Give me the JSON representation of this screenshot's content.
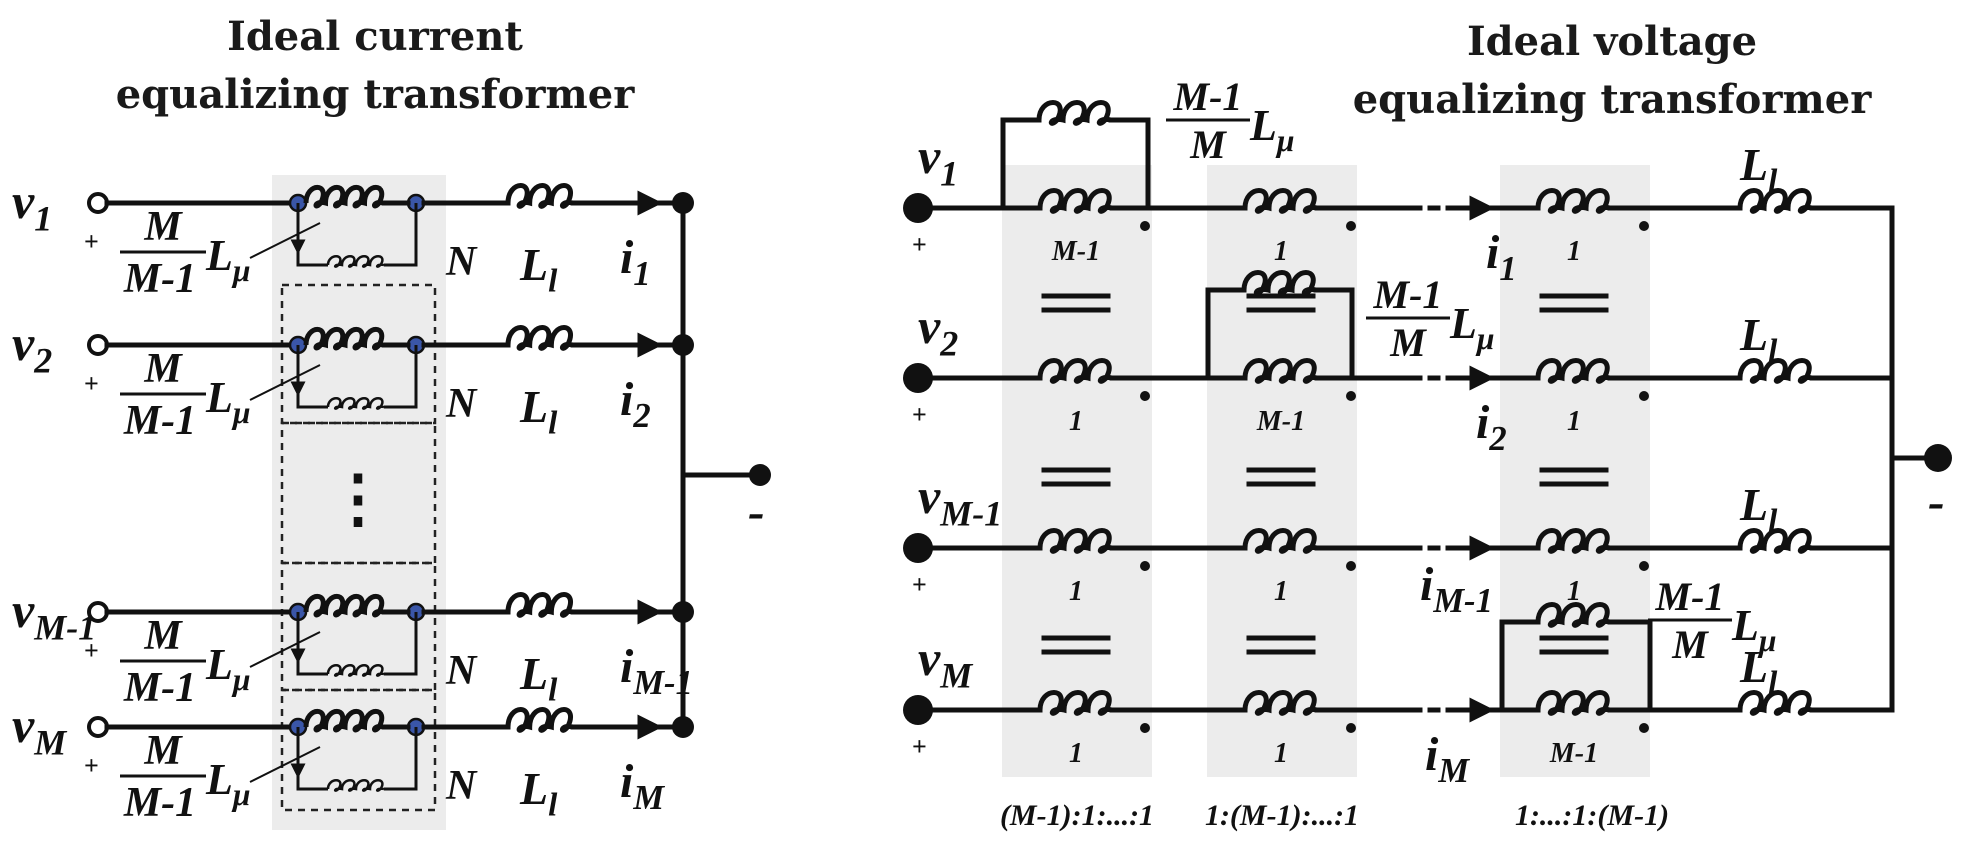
{
  "left": {
    "title_line1": "Ideal current",
    "title_line2": "equalizing transformer",
    "rows": [
      {
        "v": "v",
        "vsub": "1",
        "plus": "+",
        "m_num": "M",
        "m_den": "M-1",
        "l": "L",
        "lsub": "μ",
        "n": "N",
        "ll": "L",
        "llsub": "l",
        "i": "i",
        "isub": "1"
      },
      {
        "v": "v",
        "vsub": "2",
        "plus": "+",
        "m_num": "M",
        "m_den": "M-1",
        "l": "L",
        "lsub": "μ",
        "n": "N",
        "ll": "L",
        "llsub": "l",
        "i": "i",
        "isub": "2"
      },
      {
        "v": "v",
        "vsub": "M-1",
        "plus": "+",
        "m_num": "M",
        "m_den": "M-1",
        "l": "L",
        "lsub": "μ",
        "n": "N",
        "ll": "L",
        "llsub": "l",
        "i": "i",
        "isub": "M-1"
      },
      {
        "v": "v",
        "vsub": "M",
        "plus": "+",
        "m_num": "M",
        "m_den": "M-1",
        "l": "L",
        "lsub": "μ",
        "n": "N",
        "ll": "L",
        "llsub": "l",
        "i": "i",
        "isub": "M"
      }
    ],
    "ellipsis": "⋮",
    "minus": "-"
  },
  "right": {
    "title_line1": "Ideal voltage",
    "title_line2": "equalizing transformer",
    "sources": [
      {
        "v": "v",
        "vsub": "1",
        "plus": "+"
      },
      {
        "v": "v",
        "vsub": "2",
        "plus": "+"
      },
      {
        "v": "v",
        "vsub": "M-1",
        "plus": "+"
      },
      {
        "v": "v",
        "vsub": "M",
        "plus": "+"
      }
    ],
    "currents": [
      {
        "i": "i",
        "isub": "1"
      },
      {
        "i": "i",
        "isub": "2"
      },
      {
        "i": "i",
        "isub": "M-1"
      },
      {
        "i": "i",
        "isub": "M"
      }
    ],
    "leak": {
      "l": "L",
      "sub": "l"
    },
    "mag": {
      "num": "M-1",
      "den": "M",
      "l": "L",
      "sub": "μ"
    },
    "ratio_labels": [
      "(M-1):1:...:1",
      "1:(M-1):...:1",
      "1:...:1:(M-1)"
    ],
    "turns": {
      "t1": [
        "M-1",
        "1",
        "1",
        "1"
      ],
      "t2": [
        "1",
        "M-1",
        "1",
        "1"
      ],
      "t3": [
        "1",
        "1",
        "1",
        "M-1"
      ]
    },
    "minus": "-"
  }
}
